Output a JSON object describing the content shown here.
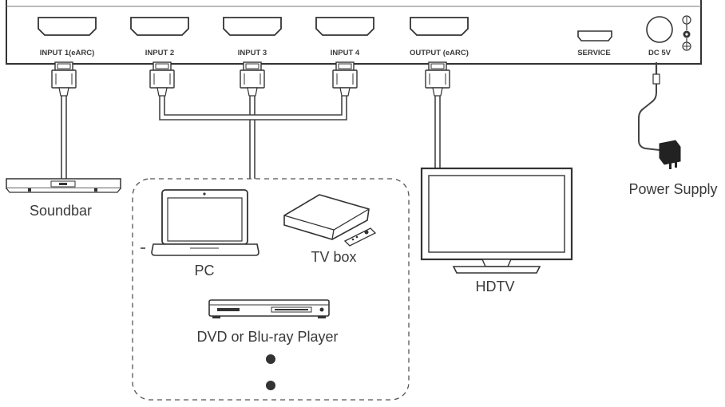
{
  "switch": {
    "ports": [
      {
        "label": "INPUT 1(eARC)"
      },
      {
        "label": "INPUT 2"
      },
      {
        "label": "INPUT 3"
      },
      {
        "label": "INPUT 4"
      },
      {
        "label": "OUTPUT (eARC)"
      }
    ],
    "service_label": "SERVICE",
    "dc_label": "DC 5V"
  },
  "devices": {
    "soundbar": "Soundbar",
    "pc": "PC",
    "tv_box": "TV box",
    "dvd": "DVD or Blu-ray Player",
    "hdtv": "HDTV",
    "power_supply": "Power Supply"
  }
}
